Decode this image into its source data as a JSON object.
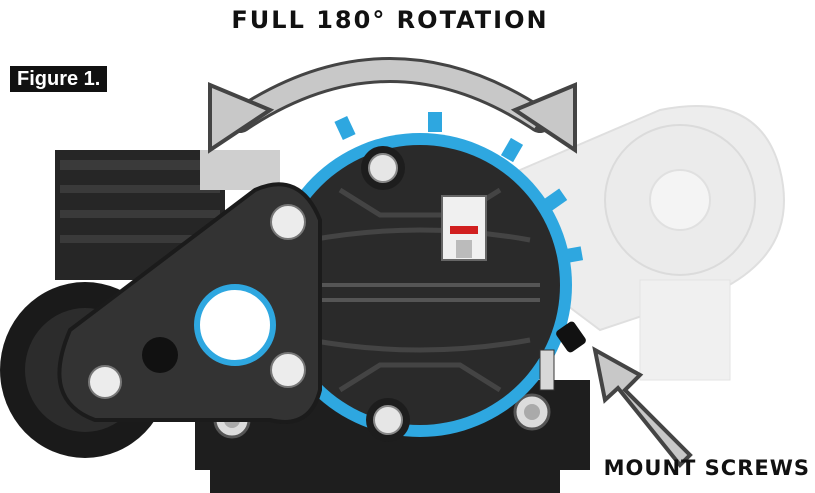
{
  "figure": {
    "tag": "Figure 1.",
    "rotation_label": "FULL 180° ROTATION",
    "screws_label": "MOUNT SCREWS"
  },
  "colors": {
    "accent_blue": "#2ea7e0",
    "body_dark": "#2b2b2b",
    "ghost_gray": "#e6e6e6",
    "arrow_gray": "#c8c8c8"
  }
}
